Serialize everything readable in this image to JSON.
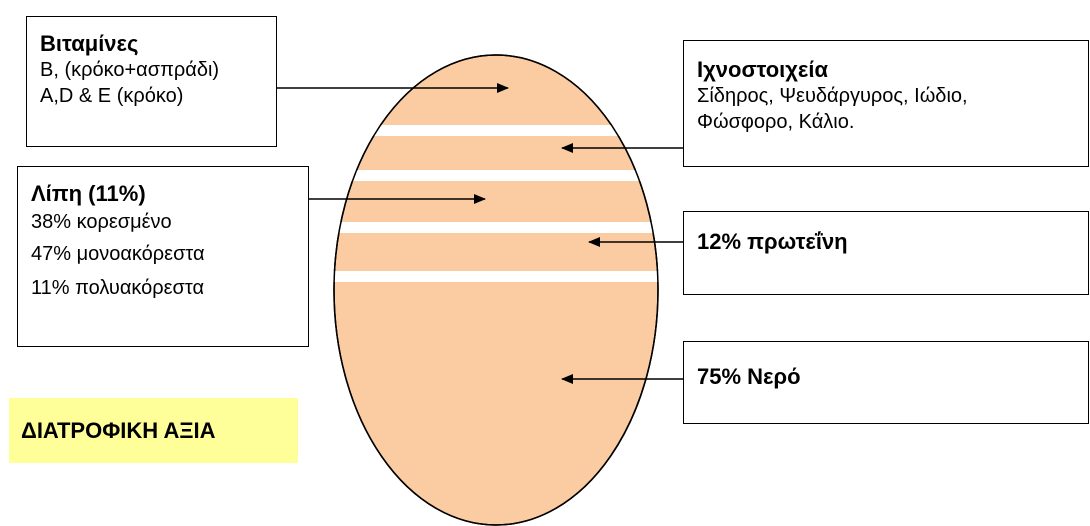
{
  "colors": {
    "egg_fill": "#FBCCA2",
    "separator": "#FFFFFF",
    "outline": "#000000",
    "highlight": "#FFFF99"
  },
  "boxes": {
    "vitamins": {
      "title": "Βιταμίνες",
      "lines": [
        "B, (κρόκο+ασπράδι)",
        "A,D & E (κρόκο)"
      ]
    },
    "trace": {
      "title": "Ιχνοστοιχεία",
      "lines": [
        "Σίδηρος, Ψευδάργυρος, Ιώδιο,",
        "Φώσφορο, Κάλιο."
      ]
    },
    "fat": {
      "title": "Λίπη (11%)",
      "lines": [
        "38% κορεσμένο",
        "47% μονοακόρεστα",
        "11% πολυακόρεστα"
      ]
    },
    "protein": {
      "title": "12% πρωτεΐνη"
    },
    "water": {
      "title": "75% Νερό"
    }
  },
  "label": {
    "text": "ΔΙΑΤΡΟΦΙΚΗ ΑΞΙΑ"
  }
}
